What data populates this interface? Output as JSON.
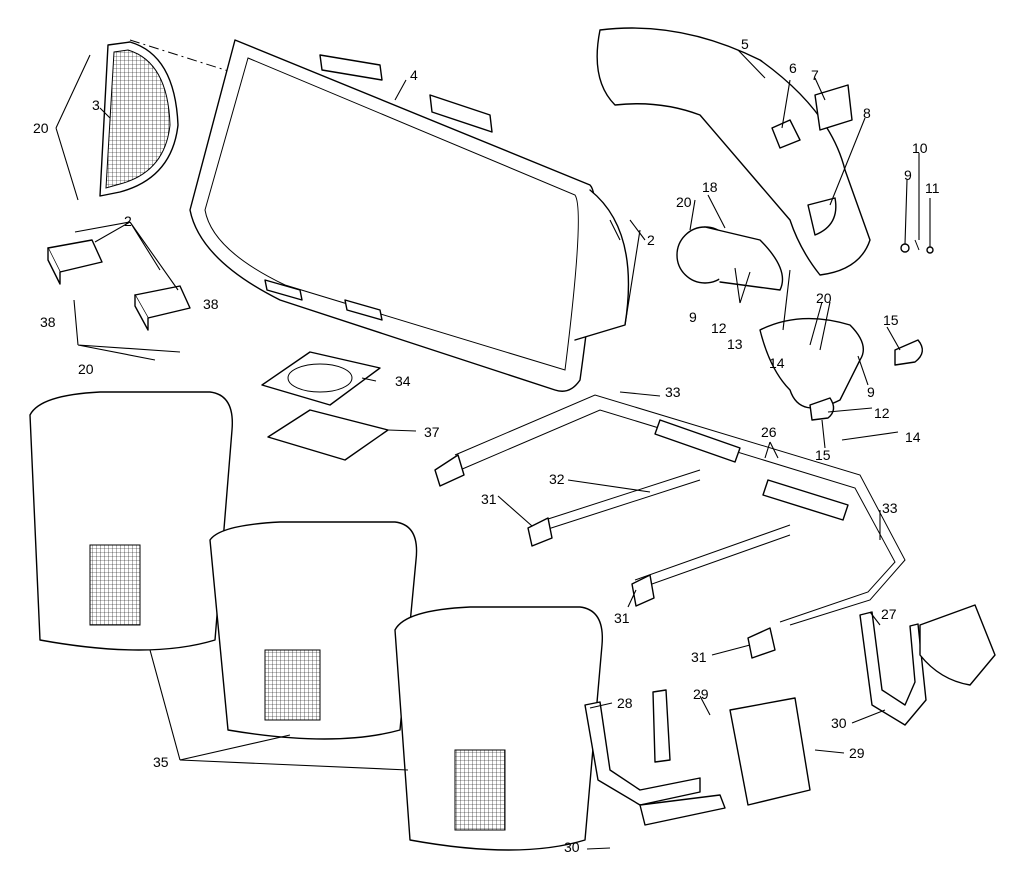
{
  "labels": {
    "l2a": "2",
    "l2b": "2",
    "l3": "3",
    "l4": "4",
    "l5": "5",
    "l6": "6",
    "l7": "7",
    "l8": "8",
    "l9a": "9",
    "l9b": "9",
    "l9c": "9",
    "l10": "10",
    "l11": "11",
    "l12a": "12",
    "l12b": "12",
    "l13": "13",
    "l14a": "14",
    "l14b": "14",
    "l15a": "15",
    "l15b": "15",
    "l18": "18",
    "l20a": "20",
    "l20b": "20",
    "l20c": "20",
    "l20d": "20",
    "l26": "26",
    "l27": "27",
    "l28": "28",
    "l29a": "29",
    "l29b": "29",
    "l30a": "30",
    "l30b": "30",
    "l31a": "31",
    "l31b": "31",
    "l31c": "31",
    "l31d": "31",
    "l32": "32",
    "l33a": "33",
    "l33b": "33",
    "l34": "34",
    "l35": "35",
    "l37": "37",
    "l38a": "38",
    "l38b": "38"
  }
}
